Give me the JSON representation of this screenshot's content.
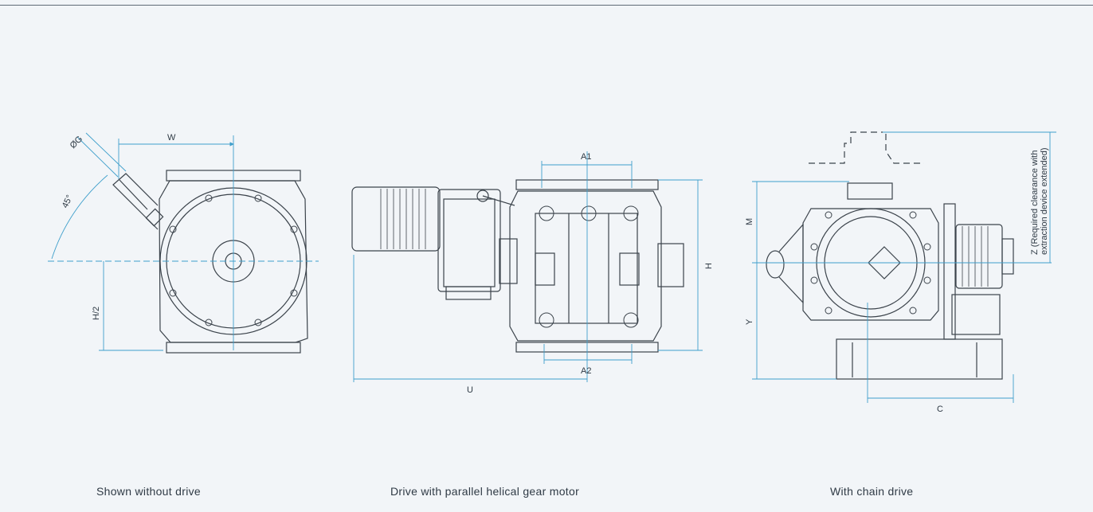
{
  "colors": {
    "background": "#f2f5f8",
    "line": "#3b434b",
    "dimension": "#3f9fcb",
    "text": "#2f3a45"
  },
  "views": [
    {
      "caption": "Shown without drive",
      "dimensions": {
        "w": "W",
        "g": "ØG",
        "angle": "45°",
        "half_h": "H/2"
      }
    },
    {
      "caption": "Drive with parallel helical gear motor",
      "dimensions": {
        "a1": "A1",
        "a2": "A2",
        "h": "H",
        "u": "U"
      }
    },
    {
      "caption": "With chain drive",
      "dimensions": {
        "m": "M",
        "y": "Y",
        "c": "C",
        "z_line1": "Z (Required clearance with",
        "z_line2": "extraction device extended)"
      }
    }
  ]
}
